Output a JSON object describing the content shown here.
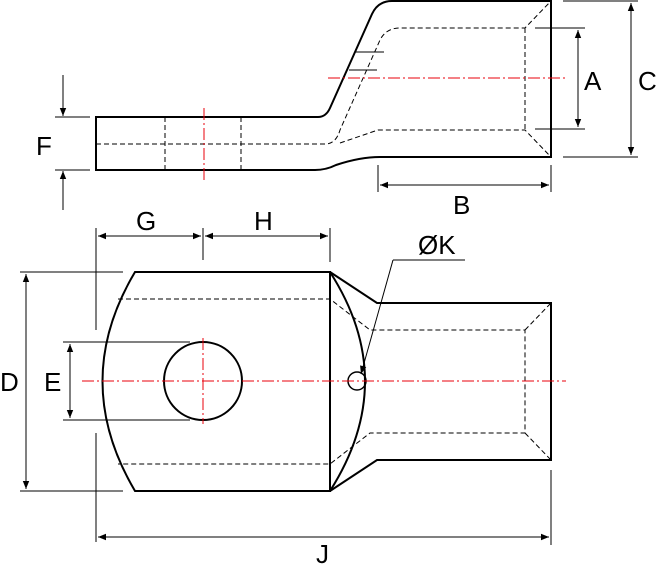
{
  "labels": {
    "A": "A",
    "B": "B",
    "C": "C",
    "D": "D",
    "E": "E",
    "F": "F",
    "G": "G",
    "H": "H",
    "J": "J",
    "K": "ØK"
  },
  "colors": {
    "outline": "#000000",
    "centerline": "#e8000b"
  }
}
